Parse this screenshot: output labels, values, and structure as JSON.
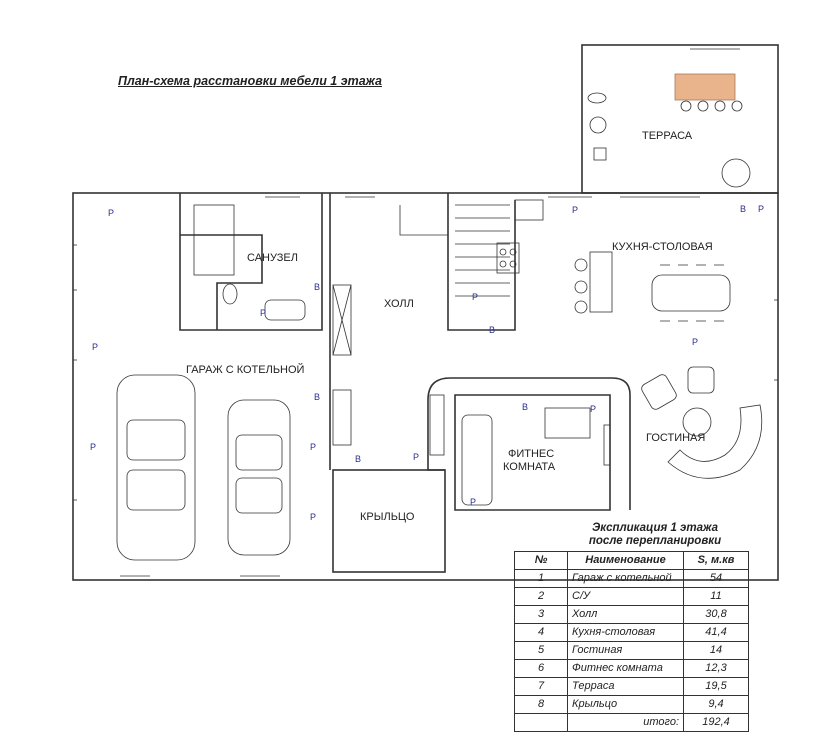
{
  "title": "План-схема расстановки мебели 1 этажа",
  "rooms": {
    "terrace": "ТЕРРАСА",
    "bathroom": "САНУЗЕЛ",
    "hall": "ХОЛЛ",
    "kitchen": "КУХНЯ-СТОЛОВАЯ",
    "garage": "ГАРАЖ С КОТЕЛЬНОЙ",
    "living": "ГОСТИНАЯ",
    "fitness_line1": "ФИТНЕС",
    "fitness_line2": "КОМНАТА",
    "porch": "КРЫЛЬЦО"
  },
  "explication": {
    "caption_line1": "Экспликация 1 этажа",
    "caption_line2": "после перепланировки",
    "headers": {
      "num": "№",
      "name": "Наименование",
      "area": "S, м.кв"
    },
    "rows": [
      {
        "num": "1",
        "name": "Гараж с котельной",
        "area": "54"
      },
      {
        "num": "2",
        "name": "С/У",
        "area": "11"
      },
      {
        "num": "3",
        "name": "Холл",
        "area": "30,8"
      },
      {
        "num": "4",
        "name": "Кухня-столовая",
        "area": "41,4"
      },
      {
        "num": "5",
        "name": "Гостиная",
        "area": "14"
      },
      {
        "num": "6",
        "name": "Фитнес комната",
        "area": "12,3"
      },
      {
        "num": "7",
        "name": "Терраса",
        "area": "19,5"
      },
      {
        "num": "8",
        "name": "Крыльцо",
        "area": "9,4"
      }
    ],
    "total_label": "итого:",
    "total_area": "192,4"
  },
  "markers": {
    "outlet": "Р",
    "switch": "В"
  },
  "colors": {
    "wall": "#333333",
    "marker": "#2b2f8c",
    "table_wood": "#e9b48c"
  }
}
